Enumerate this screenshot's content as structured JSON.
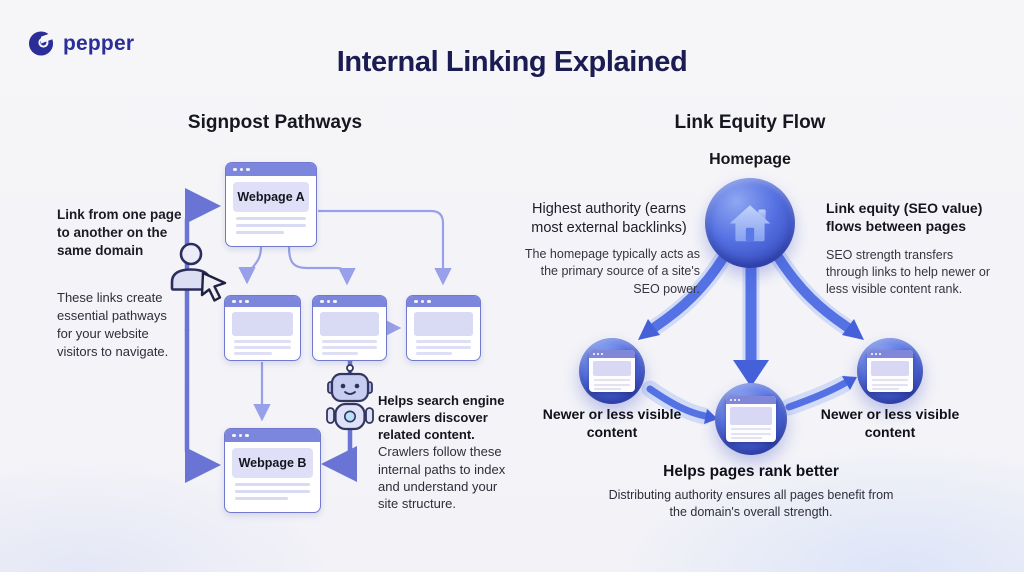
{
  "brand": {
    "name": "pepper"
  },
  "header": {
    "title": "Internal Linking Explained"
  },
  "signpost": {
    "heading": "Signpost Pathways",
    "note_primary": "Link from one page to another on the same domain",
    "note_secondary": "These links create essential pathways for your website visitors to navigate.",
    "webpage_a_label": "Webpage A",
    "webpage_b_label": "Webpage B",
    "crawler_note_bold": "Helps search engine crawlers discover related content.",
    "crawler_note_rest": " Crawlers follow these internal paths to index and understand your site structure."
  },
  "equity": {
    "heading": "Link Equity Flow",
    "homepage_label": "Homepage",
    "authority_heading": "Highest authority (earns most external backlinks)",
    "authority_body": "The homepage typically acts as the primary source of a site's SEO power.",
    "flow_heading": "Link equity (SEO value) flows between pages",
    "flow_body": "SEO strength transfers through links to help newer or less visible content rank.",
    "left_node_label": "Newer or less visible content",
    "right_node_label": "Newer or less visible content",
    "rank_heading": "Helps pages rank better",
    "rank_body": "Distributing authority ensures all pages benefit from the domain's overall strength."
  },
  "colors": {
    "logo_navy": "#2b2d99",
    "title_navy": "#1a1c52",
    "box_purple": "#7d86dd",
    "arrow_purple": "#6974d4",
    "arrow_blue": "#5472e4"
  }
}
